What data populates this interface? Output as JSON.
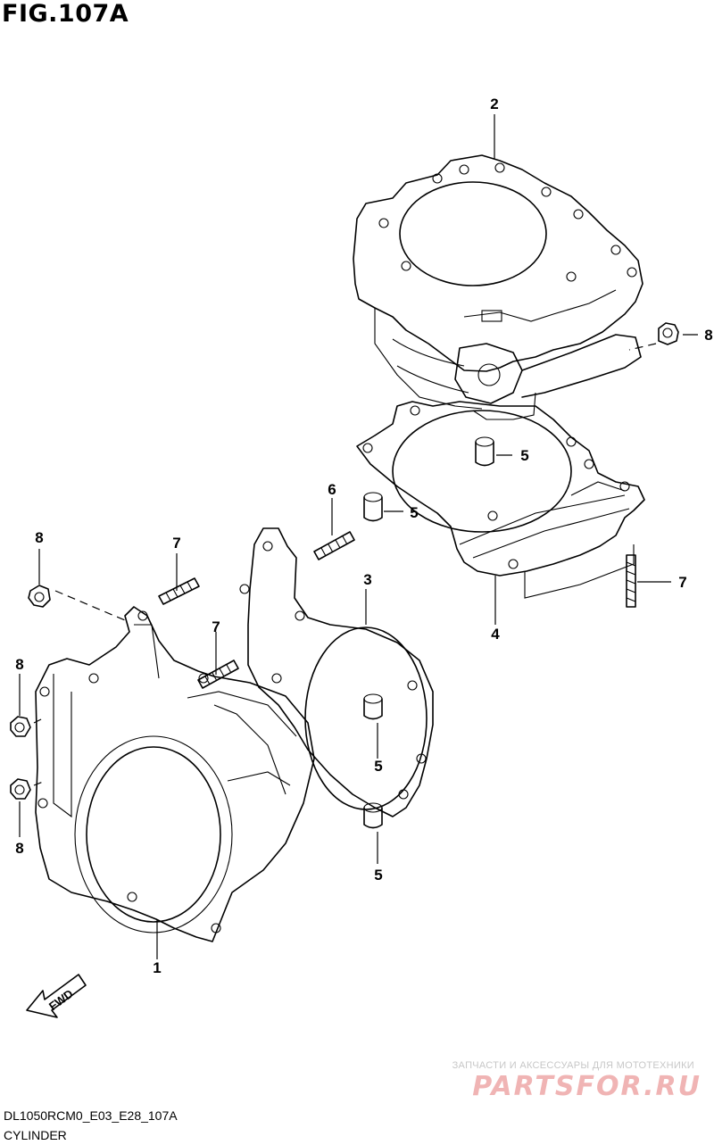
{
  "figure": {
    "title": "FIG.107A"
  },
  "callouts": {
    "c1": "1",
    "c2": "2",
    "c3": "3",
    "c4": "4",
    "c5a": "5",
    "c5b": "5",
    "c5c": "5",
    "c5d": "5",
    "c6": "6",
    "c7a": "7",
    "c7b": "7",
    "c7c": "7",
    "c8a": "8",
    "c8b": "8",
    "c8c": "8",
    "c8d": "8"
  },
  "direction_badge": {
    "label": "FWD"
  },
  "footer": {
    "code": "DL1050RCM0_E03_E28_107A",
    "subtitle": "CYLINDER"
  },
  "watermark": {
    "caption": "ЗАПЧАСТИ И АКСЕССУАРЫ ДЛЯ МОТОТЕХНИКИ",
    "logo": "PARTSFOR.RU"
  },
  "colors": {
    "line": "#000000",
    "watermark": "#f0b4b4",
    "background": "#ffffff"
  }
}
